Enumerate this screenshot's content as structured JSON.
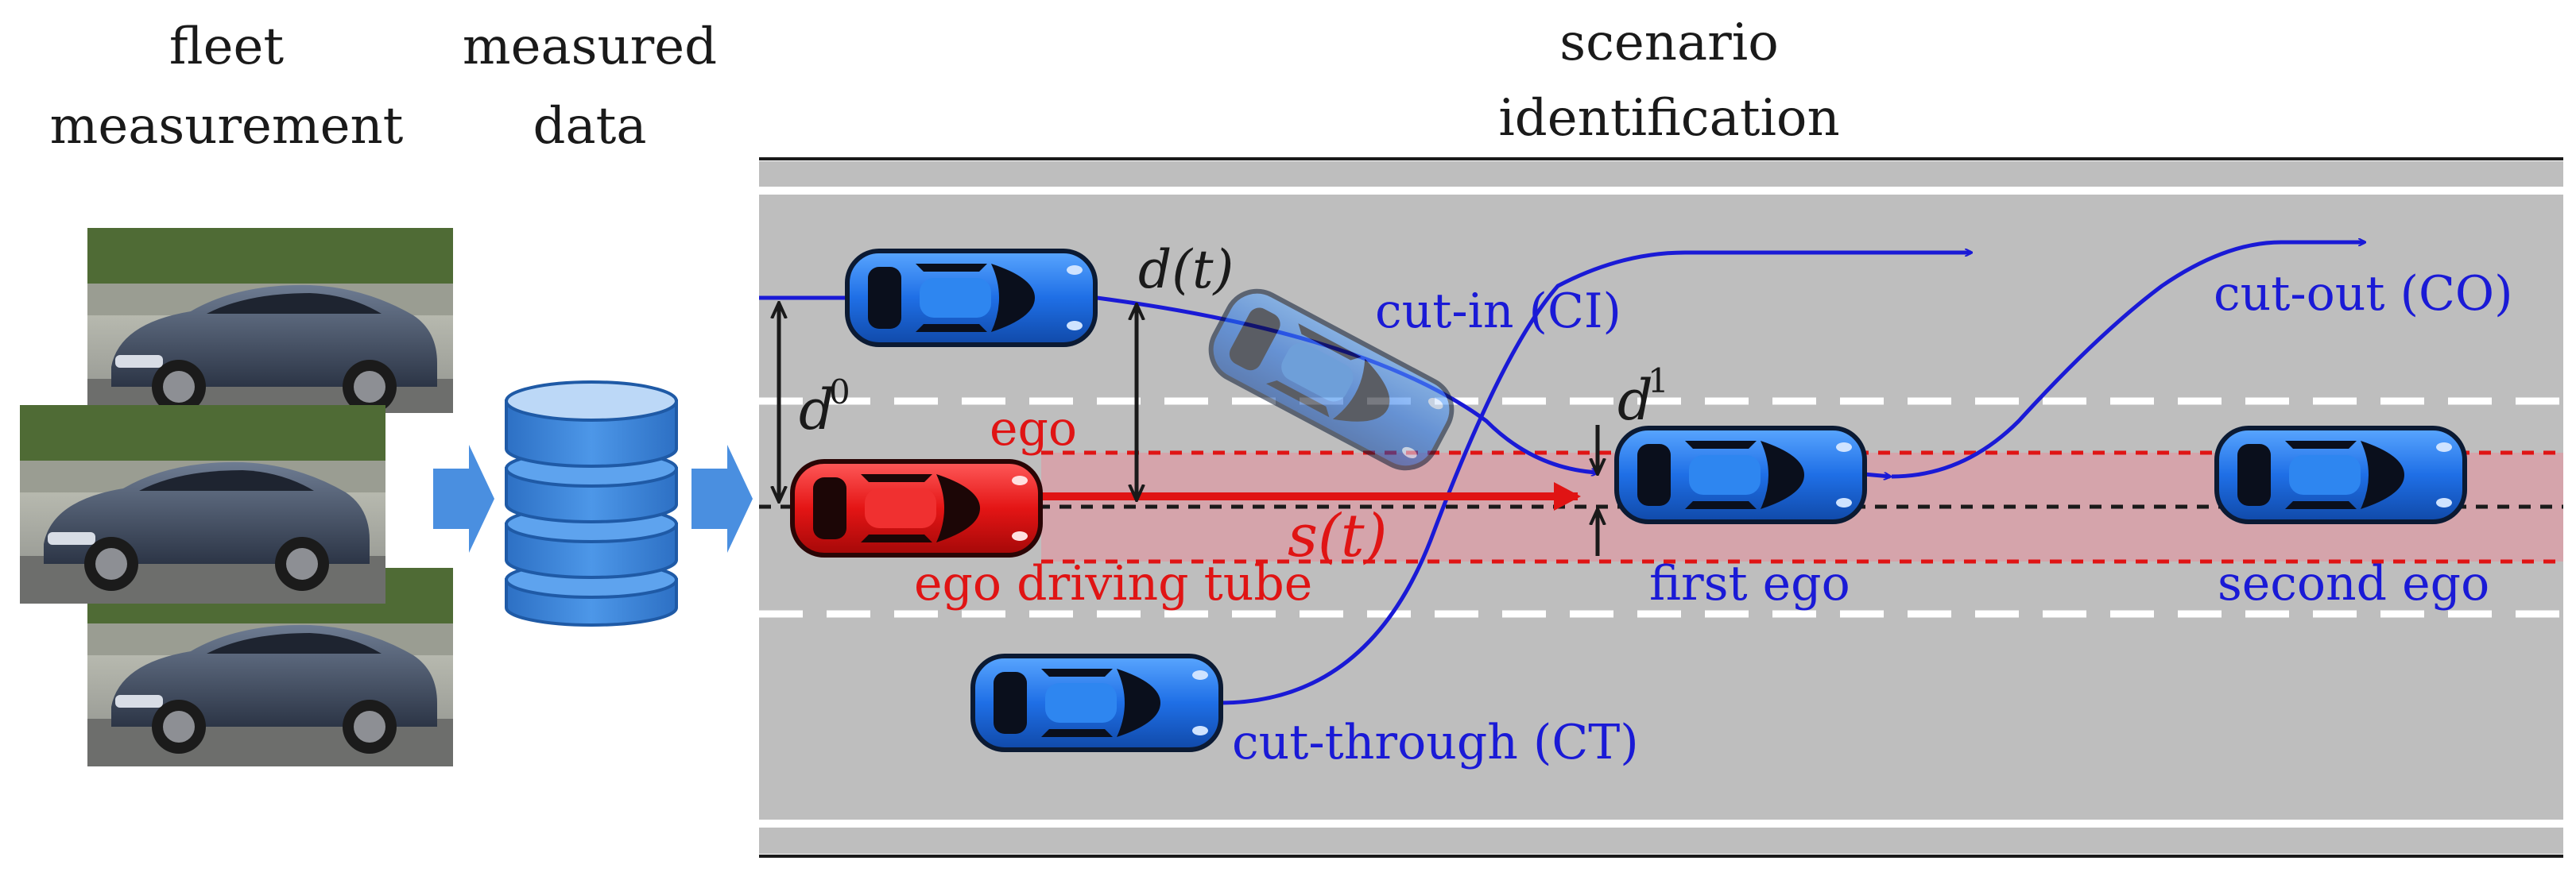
{
  "headers": {
    "fleet": [
      "fleet",
      "measurement"
    ],
    "measured": [
      "measured",
      "data"
    ],
    "scenario": [
      "scenario",
      "identification"
    ]
  },
  "labels": {
    "d_t": "d(t)",
    "d0_base": "d",
    "d0_sup": "0",
    "d1_base": "d",
    "d1_sup": "1",
    "s_t": "s(t)",
    "ego": "ego",
    "ego_tube": "ego driving tube",
    "cut_in": "cut-in (CI)",
    "cut_out": "cut-out (CO)",
    "cut_through": "cut-through (CT)",
    "first_ego": "first ego",
    "second_ego": "second ego"
  },
  "colors": {
    "road": "#bebebe",
    "lane_marking": "#ffffff",
    "ego_car": "#e01a1a",
    "other_car": "#1e6fe0",
    "trajectory": "#1a1ad6",
    "ego_tube_fill": "#d9a0a8",
    "ego_tube_border": "#e01414",
    "arrow_fill": "#4a8fe0",
    "database": "#3d85d8"
  },
  "icons": {
    "fleet_photos": "car-photo-icon",
    "database": "database-icon",
    "flow_arrows": "flow-arrow-icon"
  }
}
